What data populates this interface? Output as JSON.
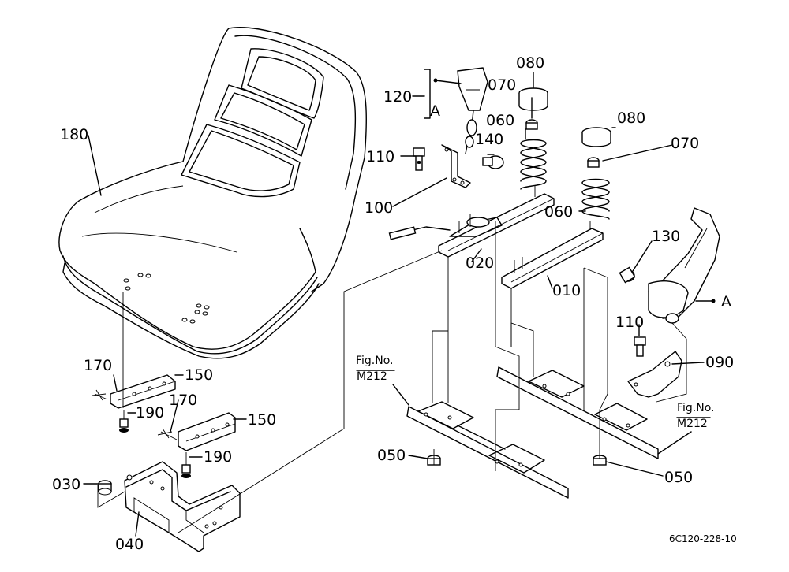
{
  "callouts": {
    "c180": "180",
    "c120": "120",
    "cA1": "A",
    "c080a": "080",
    "c070a": "070",
    "c060a": "060",
    "c140": "140",
    "c110a": "110",
    "c100": "100",
    "c080b": "080",
    "c070b": "070",
    "c060b": "060",
    "c020": "020",
    "c010": "010",
    "c130": "130",
    "cA2": "A",
    "c110b": "110",
    "c090": "090",
    "c170a": "170",
    "c150a": "150",
    "c190a": "190",
    "c170b": "170",
    "c150b": "150",
    "c190b": "190",
    "c030": "030",
    "c040": "040",
    "c050a": "050",
    "c050b": "050"
  },
  "fig_refs": {
    "left_line1": "Fig.No.",
    "left_line2": "M212",
    "right_line1": "Fig.No.",
    "right_line2": "M212"
  },
  "document_code": "6C120-228-10"
}
